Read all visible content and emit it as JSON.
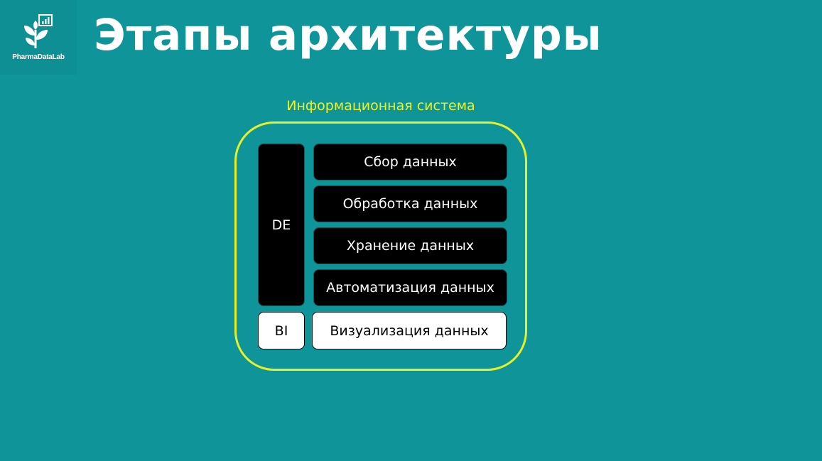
{
  "logo": {
    "text": "PharmaDataLab",
    "icon": "leaf-chart-icon"
  },
  "title": "Этапы архитектуры",
  "diagram": {
    "system_label": "Информационная система",
    "de_label": "DE",
    "bi_label": "BI",
    "steps": [
      "Сбор данных",
      "Обработка данных",
      "Хранение данных",
      "Автоматизация данных"
    ],
    "visualization": "Визуализация данных"
  },
  "colors": {
    "background": "#0f9499",
    "frame": "#e6f02a",
    "label": "#f2f21a",
    "dark_block": "#000000",
    "light_block": "#ffffff"
  }
}
